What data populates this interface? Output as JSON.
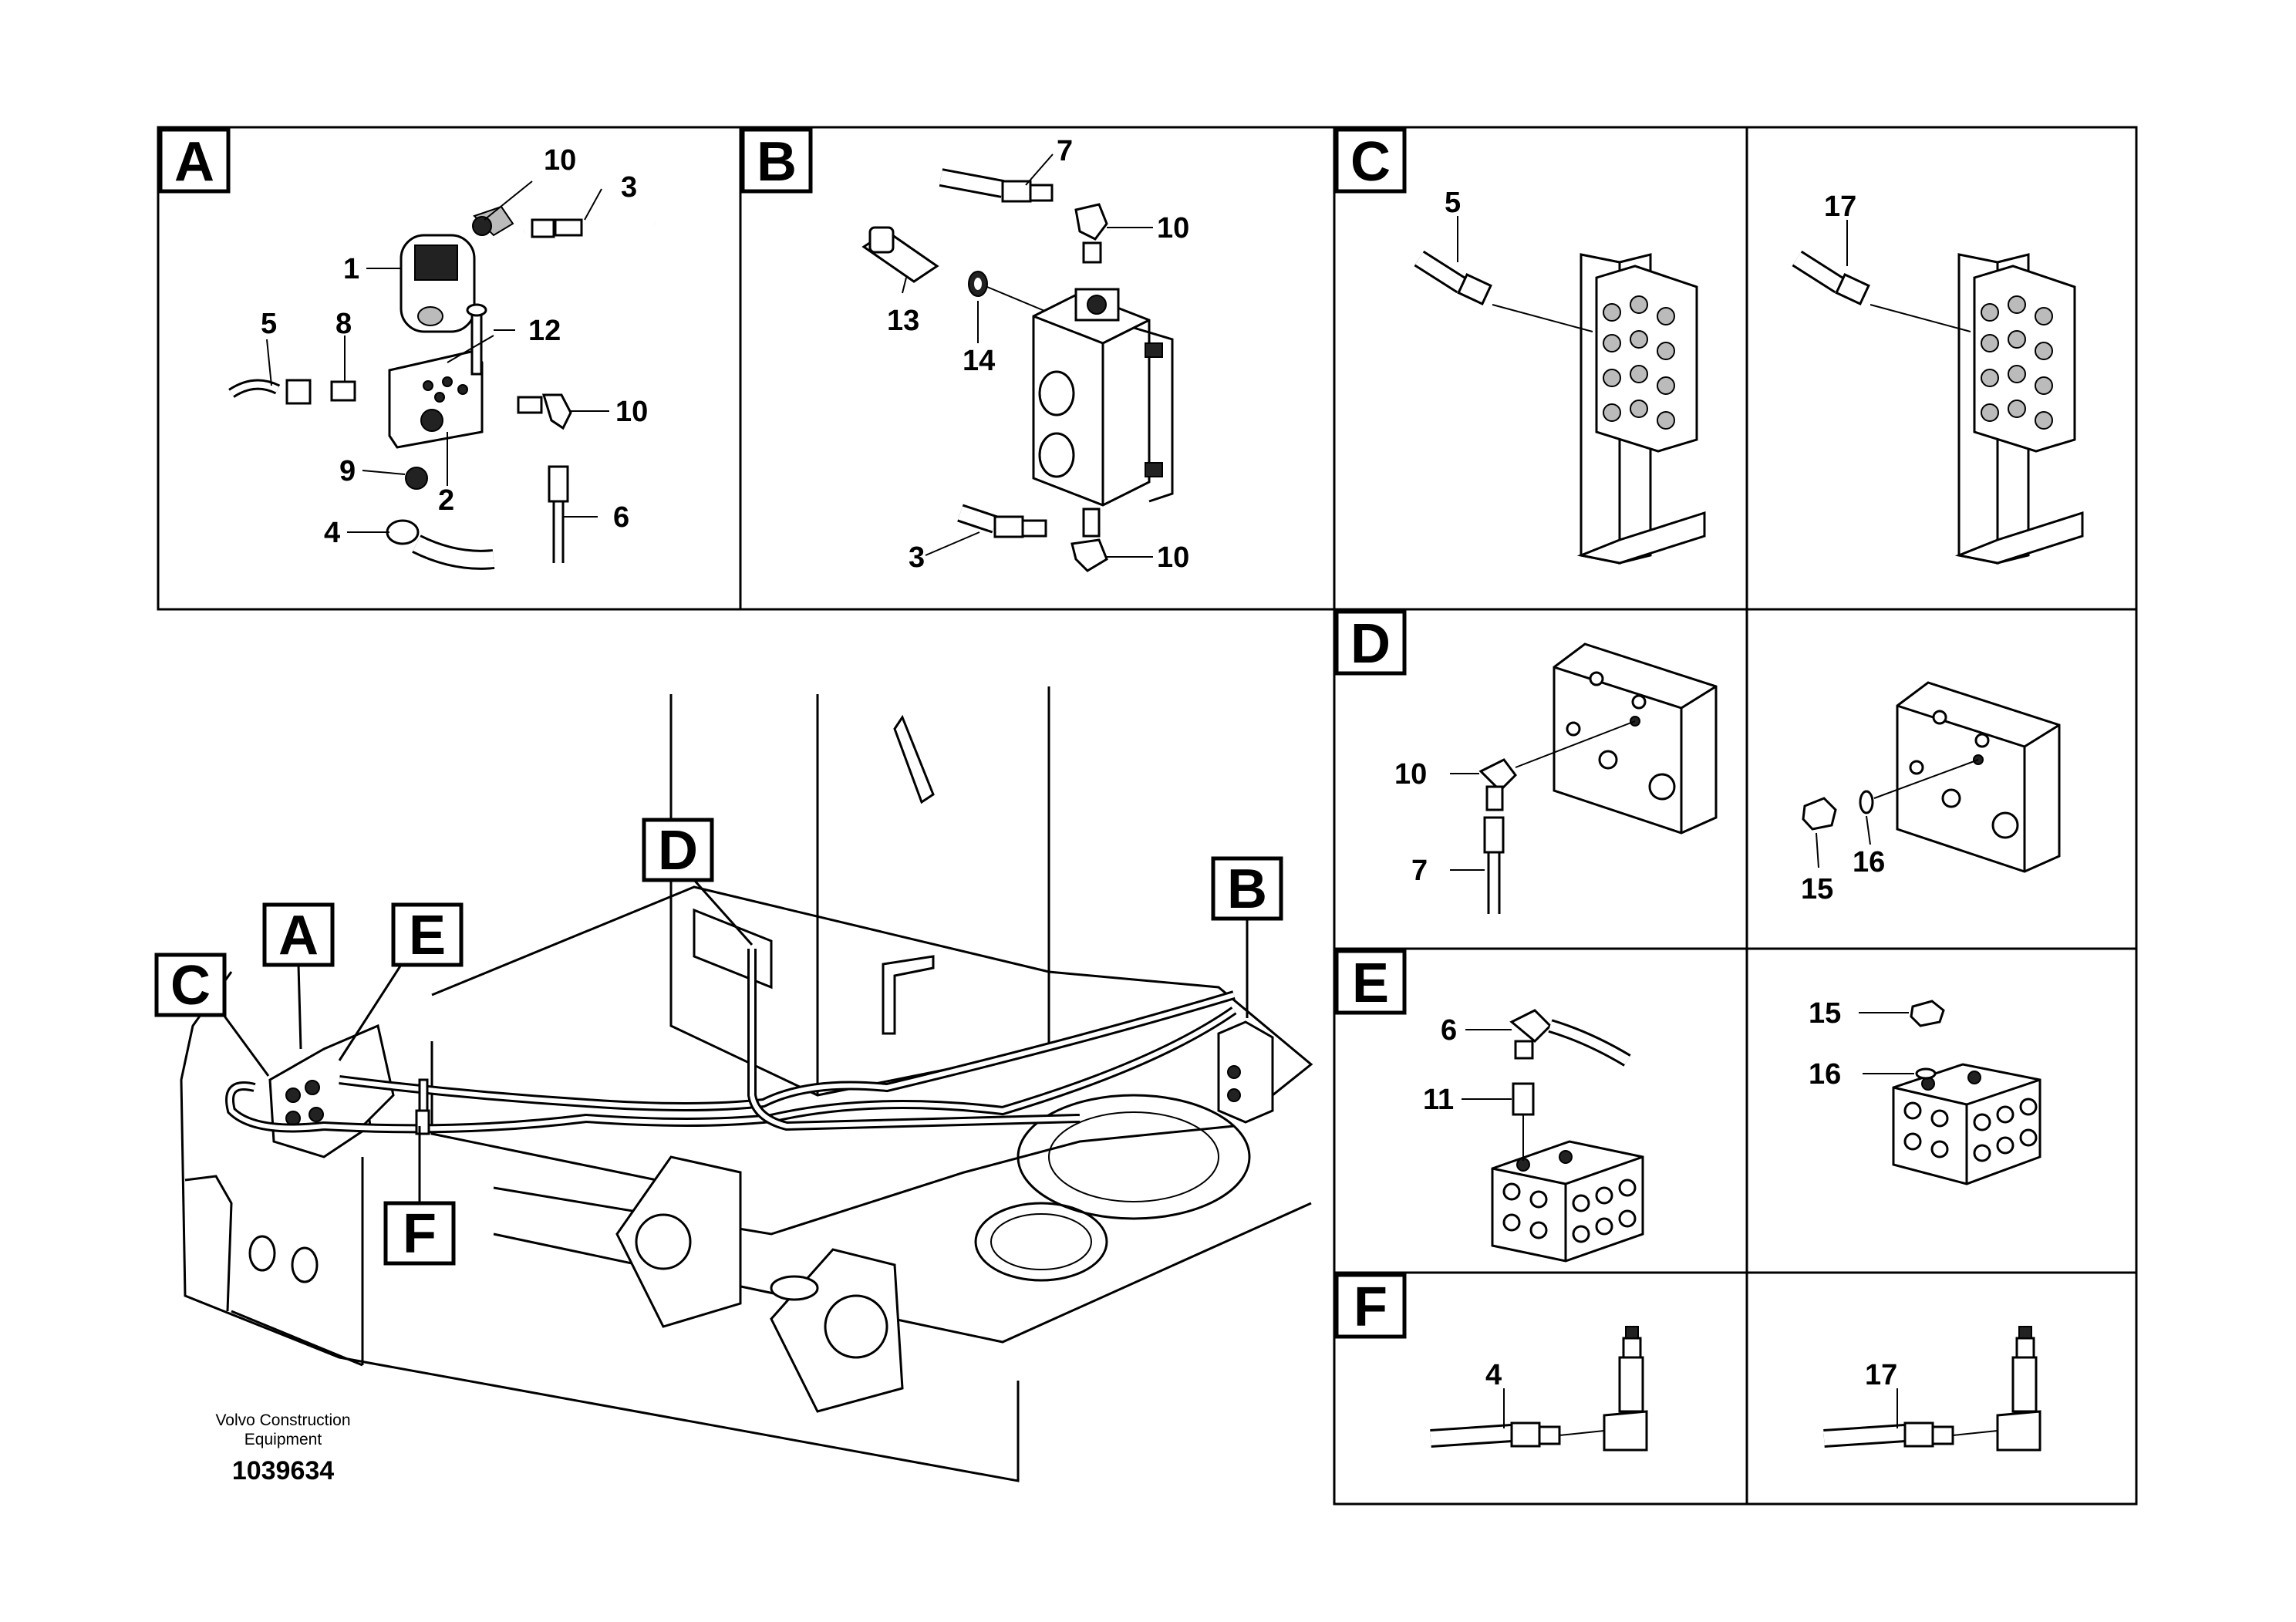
{
  "panels": [
    {
      "id": "A",
      "letter": "A",
      "labels": [
        "10",
        "3",
        "1",
        "12",
        "5",
        "8",
        "10",
        "9",
        "2",
        "6",
        "4"
      ]
    },
    {
      "id": "B",
      "letter": "B",
      "labels": [
        "7",
        "10",
        "13",
        "14",
        "3",
        "10"
      ]
    },
    {
      "id": "C",
      "letter": "C",
      "labels": [
        "5"
      ]
    },
    {
      "id": "C2",
      "letter": "",
      "labels": [
        "17"
      ]
    },
    {
      "id": "D",
      "letter": "D",
      "labels": [
        "10",
        "7"
      ]
    },
    {
      "id": "D2",
      "letter": "",
      "labels": [
        "15",
        "16"
      ]
    },
    {
      "id": "E",
      "letter": "E",
      "labels": [
        "6",
        "11"
      ]
    },
    {
      "id": "E2",
      "letter": "",
      "labels": [
        "15",
        "16"
      ]
    },
    {
      "id": "F",
      "letter": "F",
      "labels": [
        "4"
      ]
    },
    {
      "id": "F2",
      "letter": "",
      "labels": [
        "17"
      ]
    }
  ],
  "overview": {
    "callouts": [
      "A",
      "B",
      "C",
      "D",
      "E",
      "F"
    ]
  },
  "footer": {
    "brand_line1": "Volvo Construction",
    "brand_line2": "Equipment",
    "doc_number": "1039634"
  }
}
